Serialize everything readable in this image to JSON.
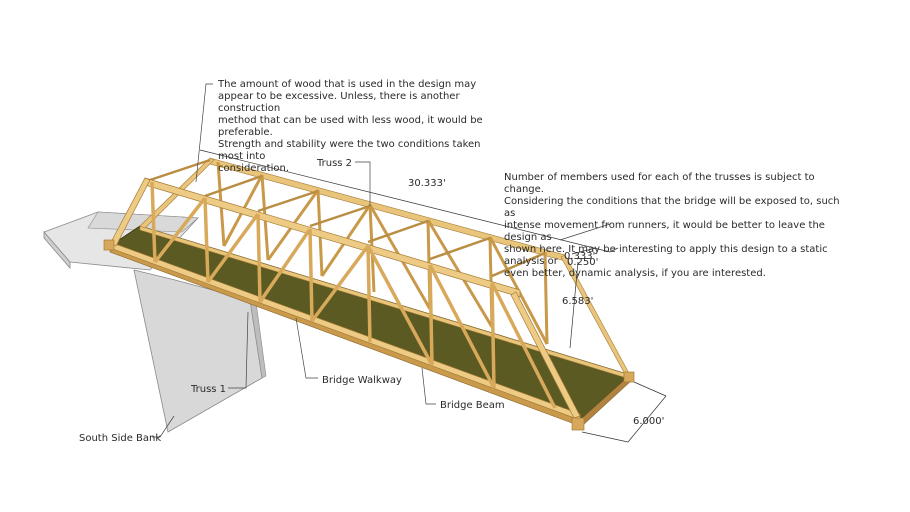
{
  "notes": {
    "wood": "The amount of wood that is used in the design may\nappear to be excessive. Unless, there is another construction\nmethod that can be used with less wood, it would be preferable.\nStrength and stability were the two conditions taken most into\nconsideration.",
    "members": "Number of members used for each of the trusses is subject to change.\nConsidering the conditions that the bridge will be exposed to, such as\nintense movement from runners, it would be better to leave the design as\nshown here. It may be interesting to apply this design to a static analysis or\neven better, dynamic analysis, if you are interested."
  },
  "labels": {
    "truss2": "Truss 2",
    "truss1": "Truss 1",
    "walkway": "Bridge Walkway",
    "beam": "Bridge Beam",
    "bank": "South Side Bank"
  },
  "dimensions": {
    "length": "30.333'",
    "width": "6.000'",
    "height": "6.583'",
    "member_a": "0.333'",
    "member_b": "0.250'"
  },
  "colors": {
    "wood": "#e8c57a",
    "wood_dark": "#b98d42",
    "deck": "#5b5a22",
    "bank_light": "#e3e3e3",
    "bank_dark": "#c9c9c9"
  }
}
